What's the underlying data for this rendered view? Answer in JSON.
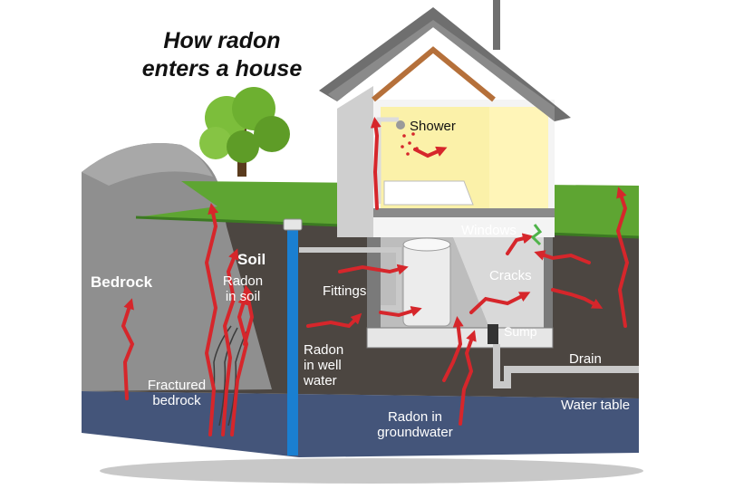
{
  "title": {
    "line1": "How radon",
    "line2": "enters a house"
  },
  "labels": {
    "bedrock": "Bedrock",
    "soil": "Soil",
    "radon_in_soil_1": "Radon",
    "radon_in_soil_2": "in soil",
    "fractured_1": "Fractured",
    "fractured_2": "bedrock",
    "fittings": "Fittings",
    "radon_well_1": "Radon",
    "radon_well_2": "in well",
    "radon_well_3": "water",
    "radon_ground_1": "Radon in",
    "radon_ground_2": "groundwater",
    "shower": "Shower",
    "windows": "Windows",
    "cracks": "Cracks",
    "sump": "Sump",
    "drain": "Drain",
    "water_table": "Water table"
  },
  "colors": {
    "radon_arrow": "#d6262b",
    "soil": "#4c4641",
    "bedrock": "#8f8f8f",
    "grass": "#5ea532",
    "groundwater": "#44557a",
    "well_pipe": "#1a7fd1",
    "house_wall": "#f4f4f4",
    "roof": "#6f6f6f",
    "room_light": "#fbf1a9"
  }
}
